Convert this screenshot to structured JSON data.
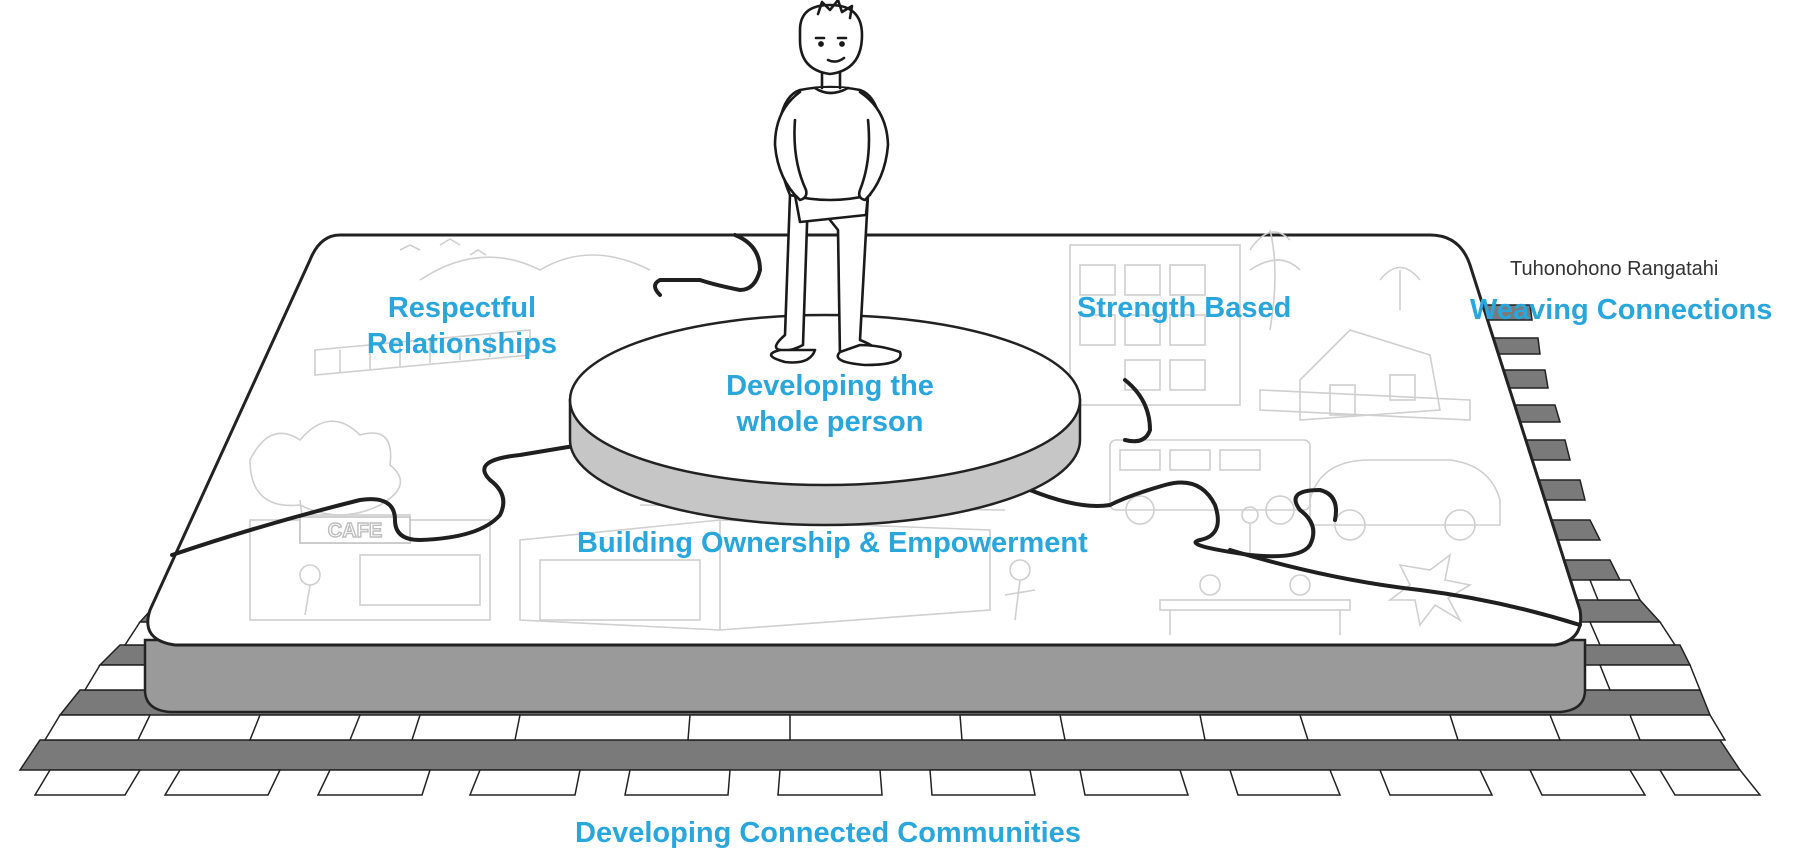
{
  "brand": {
    "subtitle": "Tuhonohono Rangatahi",
    "title": "Weaving Connections"
  },
  "labels": {
    "respectful_1": "Respectful",
    "respectful_2": "Relationships",
    "strength": "Strength Based",
    "whole_1": "Developing the",
    "whole_2": "whole person",
    "ownership": "Building Ownership & Empowerment",
    "communities": "Developing Connected Communities"
  },
  "scene": {
    "cafe_sign": "CAFE",
    "figure_icon": "standing-person-icon",
    "base_icon": "woven-mat-icon",
    "puzzle_icon": "puzzle-piece-icon",
    "pedestal_icon": "round-pedestal-icon"
  },
  "colors": {
    "accent": "#29a6db",
    "outline": "#222222",
    "sketch": "#c9c9c9",
    "side": "#9a9a9a"
  }
}
